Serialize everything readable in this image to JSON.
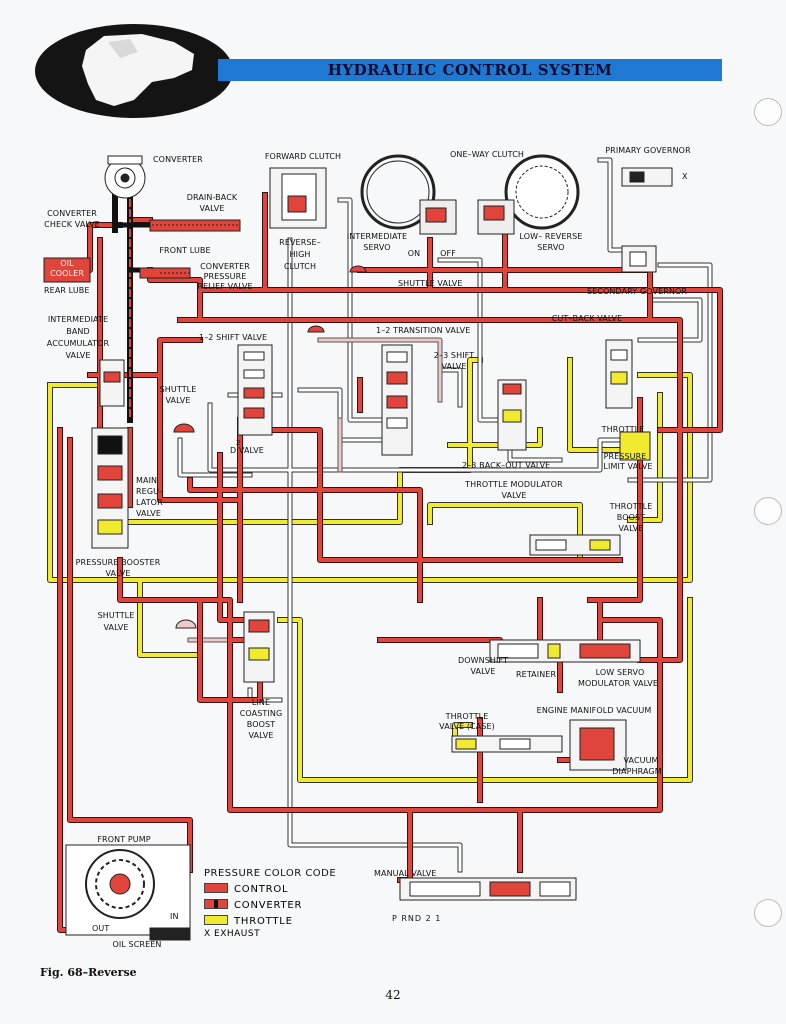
{
  "header": {
    "title": "HYDRAULIC CONTROL SYSTEM"
  },
  "labels": {
    "converter": "CONVERTER",
    "forward_clutch": "FORWARD CLUTCH",
    "one_way_clutch": "ONE–WAY CLUTCH",
    "primary_governor": "PRIMARY GOVERNOR",
    "drain_back_valve_1": "DRAIN-BACK",
    "drain_back_valve_2": "VALVE",
    "converter_check_valve_1": "CONVERTER",
    "converter_check_valve_2": "CHECK VALVE",
    "front_lube": "FRONT LUBE",
    "oil_cooler_1": "OIL",
    "oil_cooler_2": "COOLER",
    "rear_lube": "REAR LUBE",
    "converter_pressure_relief_1": "CONVERTER",
    "converter_pressure_relief_2": "PRESSURE",
    "converter_pressure_relief_3": "RELIEF VALVE",
    "reverse_high_clutch_1": "REVERSE–",
    "reverse_high_clutch_2": "HIGH",
    "reverse_high_clutch_3": "CLUTCH",
    "intermediate_servo_1": "INTERMEDIATE",
    "intermediate_servo_2": "SERVO",
    "on": "ON",
    "off": "OFF",
    "low_reverse_servo_1": "LOW– REVERSE",
    "low_reverse_servo_2": "SERVO",
    "shuttle_valve_top": "SHUTTLE VALVE",
    "secondary_governor": "SECONDARY GOVERNOR",
    "intermediate_band_accumulator_1": "INTERMEDIATE",
    "intermediate_band_accumulator_2": "BAND",
    "intermediate_band_accumulator_3": "ACCUMULATOR",
    "intermediate_band_accumulator_4": "VALVE",
    "cut_back_valve": "CUT–BACK VALVE",
    "one_two_shift_valve": "1–2 SHIFT VALVE",
    "one_two_transition_valve": "1–2 TRANSITION VALVE",
    "two_three_shift_valve_1": "2–3 SHIFT",
    "two_three_shift_valve_2": "VALVE",
    "shuttle_valve_left_1": "SHUTTLE",
    "shuttle_valve_left_2": "VALVE",
    "d2_valve": "D VALVE",
    "d2_super": "2",
    "throttle_1": "THROTTLE",
    "pressure_limit_valve_1": "PRESSURE",
    "pressure_limit_valve_2": "LIMIT VALVE",
    "two_three_back_out_valve": "2–3 BACK–OUT VALVE",
    "throttle_modulator_valve_1": "THROTTLE MODULATOR",
    "throttle_modulator_valve_2": "VALVE",
    "main_regulator_valve_1": "MAIN",
    "main_regulator_valve_2": "REGU–",
    "main_regulator_valve_3": "LATOR",
    "main_regulator_valve_4": "VALVE",
    "throttle_boost_valve_1": "THROTTLE",
    "throttle_boost_valve_2": "BOOST",
    "throttle_boost_valve_3": "VALVE",
    "pressure_booster_valve_1": "PRESSURE BOOSTER",
    "pressure_booster_valve_2": "VALVE",
    "shuttle_valve_lower_1": "SHUTTLE",
    "shuttle_valve_lower_2": "VALVE",
    "downshift_valve_1": "DOWNSHIFT",
    "downshift_valve_2": "VALVE",
    "retainer": "RETAINER",
    "low_servo_modulator_valve_1": "LOW SERVO",
    "low_servo_modulator_valve_2": "MODULATOR VALVE",
    "line_coasting_boost_valve_1": "LINE",
    "line_coasting_boost_valve_2": "COASTING",
    "line_coasting_boost_valve_3": "BOOST",
    "line_coasting_boost_valve_4": "VALVE",
    "engine_manifold_vacuum": "ENGINE MANIFOLD VACUUM",
    "throttle_valve_case_1": "THROTTLE",
    "throttle_valve_case_2": "VALVE (CASE)",
    "vacuum_diaphragm_1": "VACUUM",
    "vacuum_diaphragm_2": "DIAPHRAGM",
    "front_pump": "FRONT PUMP",
    "manual_valve": "MANUAL VALVE",
    "prnd21": "P RND 2 1",
    "out": "OUT",
    "in": "IN",
    "oil_screen": "OIL SCREEN",
    "exhaust_x": "X"
  },
  "legend": {
    "title": "PRESSURE COLOR CODE",
    "items": [
      {
        "label": "CONTROL",
        "color": "#e0443a"
      },
      {
        "label": "CONVERTER",
        "color": "#e0443a",
        "stripe": "#111111"
      },
      {
        "label": "THROTTLE",
        "color": "#f2ea2e"
      }
    ],
    "exhaust": "X EXHAUST"
  },
  "colors": {
    "control": "#e0443a",
    "throttle": "#f2ea2e",
    "exhaust": "#ffffff",
    "converter_stripe": "#111111",
    "banner": "#1f78d1",
    "pink": "#f1c8c8"
  },
  "footer": {
    "figure": "Fig. 68–Reverse",
    "page_number": "42"
  }
}
